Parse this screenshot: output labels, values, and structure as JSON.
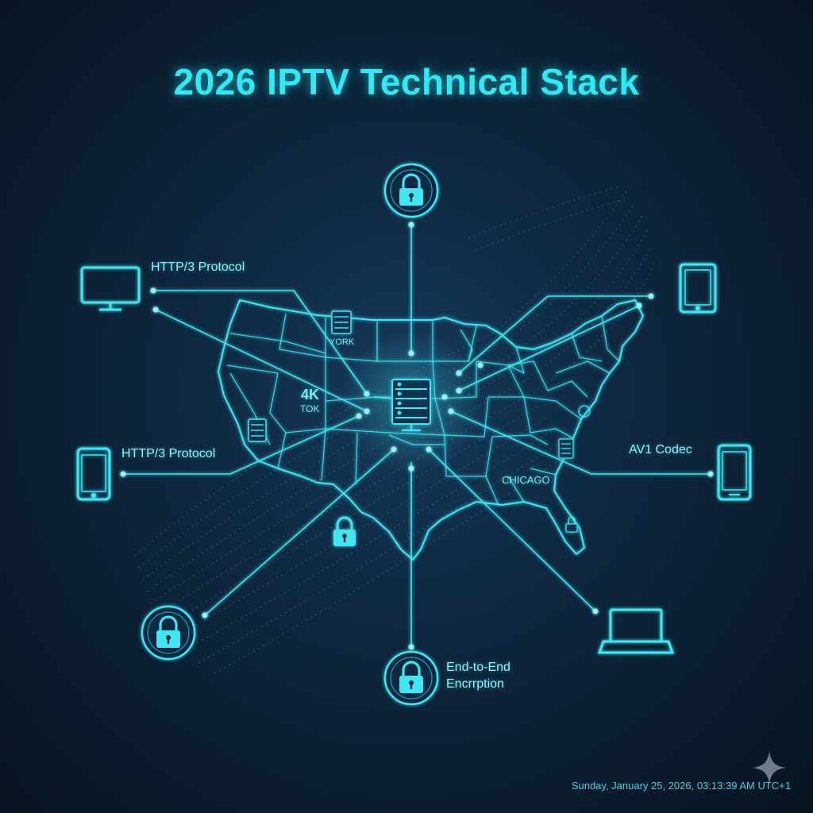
{
  "title": "2026 IPTV Technical Stack",
  "labels": {
    "http3_top": "HTTP/3 Protocol",
    "http3_mid": "HTTP/3 Protocol",
    "av1": "AV1 Codec",
    "e2e_line1": "End-to-End",
    "e2e_line2": "Encrrption"
  },
  "map_labels": {
    "york": "YORK",
    "resolution": "4K",
    "tok": "TOK",
    "chicago": "CHICAGO"
  },
  "timestamp": "Sunday, January 25, 2026, 03:13:39 AM UTC+1",
  "icons": [
    "monitor-icon",
    "tablet-icon",
    "smartphone-icon",
    "laptop-icon",
    "lock-icon",
    "server-icon",
    "sparkle-icon"
  ],
  "colors": {
    "accent": "#3fe6f2",
    "background": "#0b1b2b",
    "title": "#2fe9f5"
  }
}
